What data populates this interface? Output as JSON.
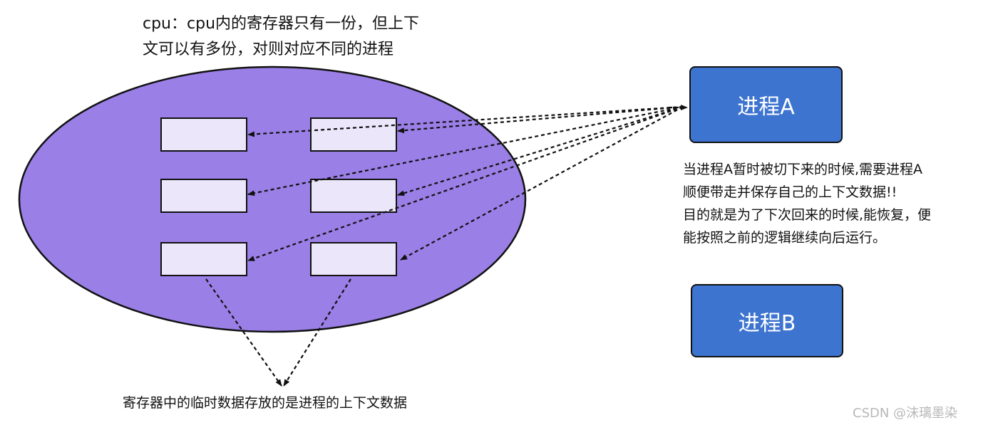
{
  "annotations": {
    "top_note": [
      "cpu：cpu内的寄存器只有一份，但上下",
      "文可以有多份，对则对应不同的进程"
    ],
    "side_note": [
      "当进程A暂时被切下来的时候,需要进程A",
      "顺便带走并保存自己的上下文数据!!",
      "目的就是为了下次回来的时候,能恢复，便",
      "能按照之前的逻辑继续向后运行。"
    ],
    "bottom_note": "寄存器中的临时数据存放的是进程的上下文数据"
  },
  "processes": [
    {
      "label": "进程A"
    },
    {
      "label": "进程B"
    }
  ],
  "cpu": {
    "register_count": 6
  },
  "colors": {
    "cpu_fill": "#9a7fe6",
    "register_fill": "#ece6fb",
    "process_fill": "#3d74d0",
    "stroke": "#111111"
  },
  "watermark": "CSDN @沫璃墨染"
}
